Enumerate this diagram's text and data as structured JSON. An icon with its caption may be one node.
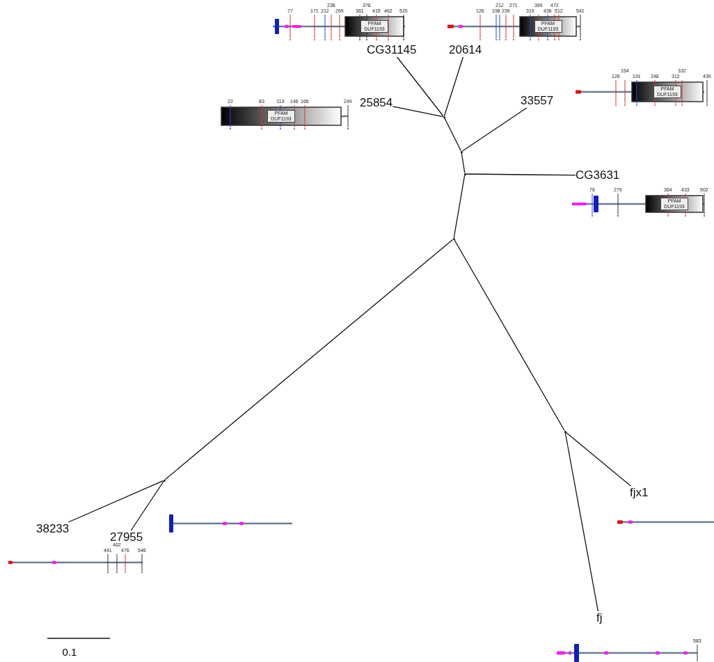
{
  "diagram": {
    "nodes": [
      {
        "text": [
          "CG31145"
        ]
      },
      {
        "text": [
          "20614"
        ]
      },
      {
        "text": [
          "25854"
        ]
      },
      {
        "text": [
          "33557"
        ]
      },
      {
        "text": [
          "CG3631"
        ]
      },
      {
        "text": [
          "fjx1"
        ]
      },
      {
        "text": [
          "38233"
        ]
      },
      {
        "text": [
          "27955"
        ]
      },
      {
        "text": [
          "fj"
        ]
      },
      {
        "text": [],
        "shape": "dot"
      },
      {
        "text": [],
        "shape": "dot"
      },
      {
        "text": [],
        "shape": "dot"
      },
      {
        "text": [],
        "shape": "dot"
      },
      {
        "text": [],
        "shape": "dot"
      },
      {
        "text": [],
        "shape": "dot"
      }
    ],
    "edges": [
      {
        "from": 9,
        "to": 0,
        "arrow": "none"
      },
      {
        "from": 9,
        "to": 1,
        "arrow": "none"
      },
      {
        "from": 9,
        "to": 2,
        "arrow": "none"
      },
      {
        "from": 10,
        "to": 9,
        "arrow": "none"
      },
      {
        "from": 10,
        "to": 3,
        "arrow": "none"
      },
      {
        "from": 11,
        "to": 10,
        "arrow": "none"
      },
      {
        "from": 11,
        "to": 4,
        "arrow": "none"
      },
      {
        "from": 12,
        "to": 11,
        "arrow": "none"
      },
      {
        "from": 12,
        "to": 13,
        "arrow": "none"
      },
      {
        "from": 12,
        "to": 14,
        "arrow": "none"
      },
      {
        "from": 13,
        "to": 6,
        "arrow": "none"
      },
      {
        "from": 13,
        "to": 7,
        "arrow": "none"
      },
      {
        "from": 14,
        "to": 5,
        "arrow": "none"
      },
      {
        "from": 14,
        "to": 8,
        "arrow": "none"
      }
    ],
    "labels": [
      "77",
      "171",
      "212",
      "238",
      "269",
      "361",
      "376",
      "415",
      "462",
      "520",
      "PFAM DUF1193",
      "126",
      "198",
      "212",
      "239",
      "271",
      "319",
      "369",
      "436",
      "472",
      "512",
      "541",
      "PFAM DUF1193",
      "126",
      "154",
      "191",
      "248",
      "312",
      "332",
      "439",
      "PFAM DUF1193",
      "22",
      "83",
      "119",
      "146",
      "166",
      "249",
      "PFAM DUF1193",
      "76",
      "279",
      "364",
      "433",
      "502",
      "PFAM DUF1193",
      "441",
      "462",
      "476",
      "546",
      "583",
      "0.1"
    ]
  }
}
